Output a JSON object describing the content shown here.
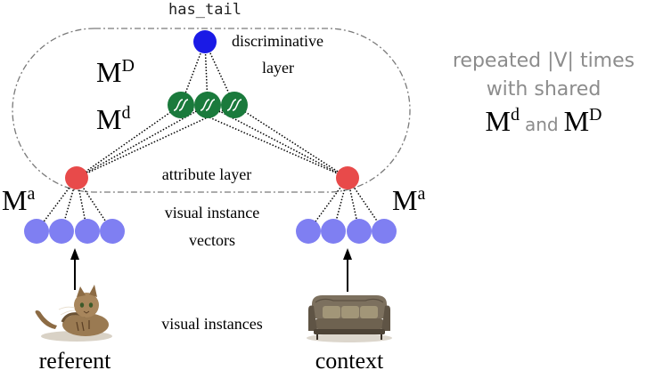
{
  "predicate_label": "has_tail",
  "discriminative_label": [
    "discriminative",
    "layer"
  ],
  "attribute_layer_label": "attribute layer",
  "visual_instance_vectors_label": [
    "visual instance",
    "vectors"
  ],
  "visual_instances_label": "visual instances",
  "referent_label": "referent",
  "context_label": "context",
  "math": {
    "M": "M",
    "sup_D": "D",
    "sup_d": "d",
    "sup_a": "a"
  },
  "note": {
    "line1": "repeated |V| times",
    "line2": "with shared",
    "and": "and"
  },
  "colors": {
    "discriminative_node": "#1a1ae6",
    "hidden_node": "#1a7a3c",
    "attribute_node": "#e84a4a",
    "vector_node": "#7f7ff2",
    "note_text": "#8c8c8c",
    "dashed_outline": "#7a7a7a"
  },
  "icons": {
    "referent_image": "cat-image",
    "context_image": "sofa-image"
  }
}
